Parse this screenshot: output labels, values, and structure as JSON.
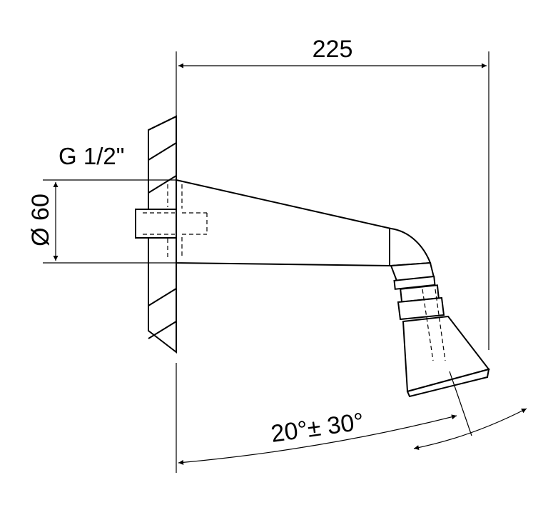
{
  "dimensions": {
    "length": "225",
    "thread": "G 1/2\"",
    "diameter": "Ø 60",
    "angle": "20°± 30°"
  }
}
